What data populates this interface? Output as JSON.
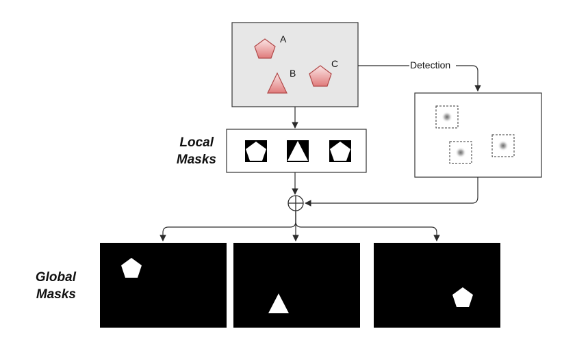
{
  "diagram": {
    "input_image": {
      "labels": {
        "a": "A",
        "b": "B",
        "c": "C"
      }
    },
    "detection_label": "Detection",
    "local_masks": {
      "line1": "Local",
      "line2": "Masks"
    },
    "global_masks": {
      "line1": "Global",
      "line2": "Masks"
    },
    "combine_operator": "⊕",
    "colors": {
      "shape_fill_top": "#fbe6e6",
      "shape_fill_bottom": "#e07b7b",
      "shape_stroke": "#b04848",
      "input_panel_bg": "#e7e7e7",
      "mask_black": "#000000",
      "mask_white": "#ffffff",
      "line": "#2b2b2b"
    }
  }
}
